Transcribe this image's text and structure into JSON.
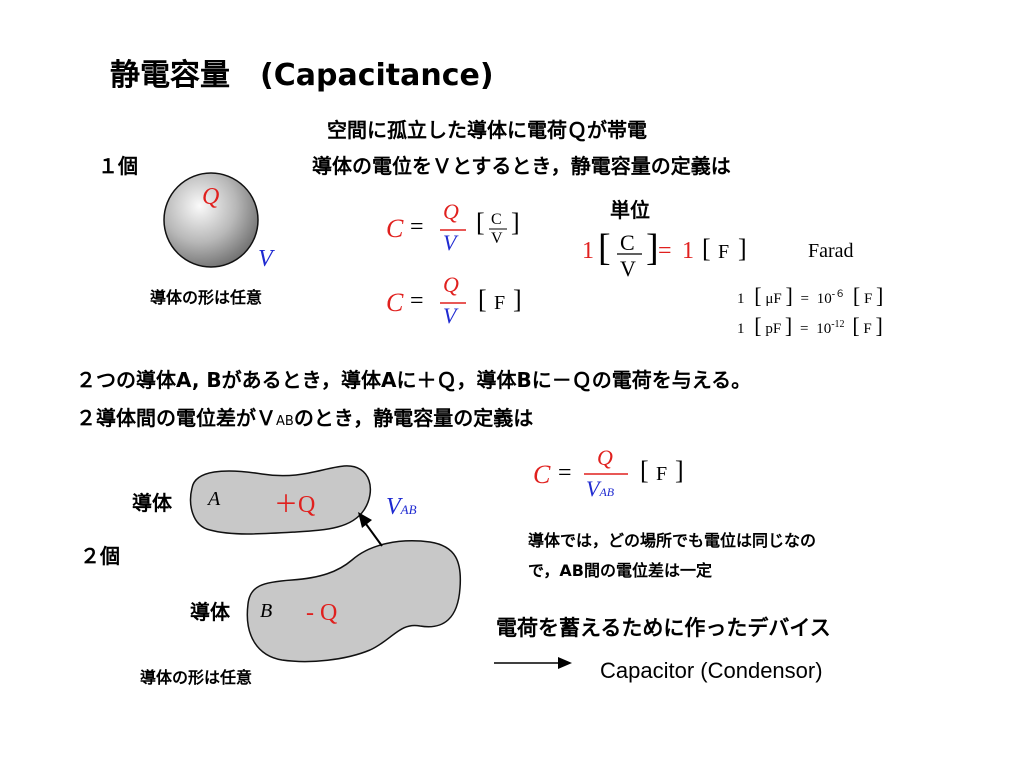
{
  "title": "静電容量　(Capacitance)",
  "intro_line1": "空間に孤立した導体に電荷Ｑが帯電",
  "intro_line2": "導体の電位をＶとするとき，静電容量の定義は",
  "one_count": "１個",
  "sphere": {
    "charge": "Q",
    "potential": "V",
    "caption": "導体の形は任意"
  },
  "eq1": {
    "lhs": "C",
    "eq": "=",
    "num": "Q",
    "den": "V",
    "unit_num": "C",
    "unit_den": "V"
  },
  "eq2": {
    "lhs": "C",
    "eq": "=",
    "num": "Q",
    "den": "V",
    "unit": "F"
  },
  "unit_section": {
    "heading": "単位",
    "one_a": "1",
    "frac_num": "C",
    "frac_den": "V",
    "eq": "=",
    "one_b": "1",
    "unit": "F",
    "farad": "Farad",
    "uf_one": "1",
    "uf_unit": "μF",
    "uf_eq": "=",
    "uf_base": "10",
    "uf_exp": "-６",
    "uf_rhs": "F",
    "pf_one": "1",
    "pf_unit": "pF",
    "pf_eq": "=",
    "pf_base": "10",
    "pf_exp": "-12",
    "pf_rhs": "F"
  },
  "two_line1": "２つの導体A, Bがあるとき，導体Aに＋Ｑ，導体Bに－Ｑの電荷を与える。",
  "two_line2_pre": "２導体間の電位差がＶ",
  "two_line2_sub": "AB",
  "two_line2_post": "のとき，静電容量の定義は",
  "two_count": "２個",
  "conductor_a": {
    "label": "導体",
    "letter": "A",
    "charge": "＋Q"
  },
  "conductor_b": {
    "label": "導体",
    "letter": "B",
    "charge": "- Q"
  },
  "vab": {
    "v": "V",
    "sub": "AB"
  },
  "two_caption": "導体の形は任意",
  "eq3": {
    "lhs": "C",
    "eq": "=",
    "num": "Q",
    "den": "V",
    "den_sub": "AB",
    "unit": "F"
  },
  "note_line1": "導体では，どの場所でも電位は同じなの",
  "note_line2": "で，AB間の電位差は一定",
  "device_text": "電荷を蓄えるために作ったデバイス",
  "capacitor_text": "Capacitor (Condensor)",
  "colors": {
    "red": "#e0201e",
    "blue": "#1f2ad1",
    "gray": "#c8c8c8"
  }
}
